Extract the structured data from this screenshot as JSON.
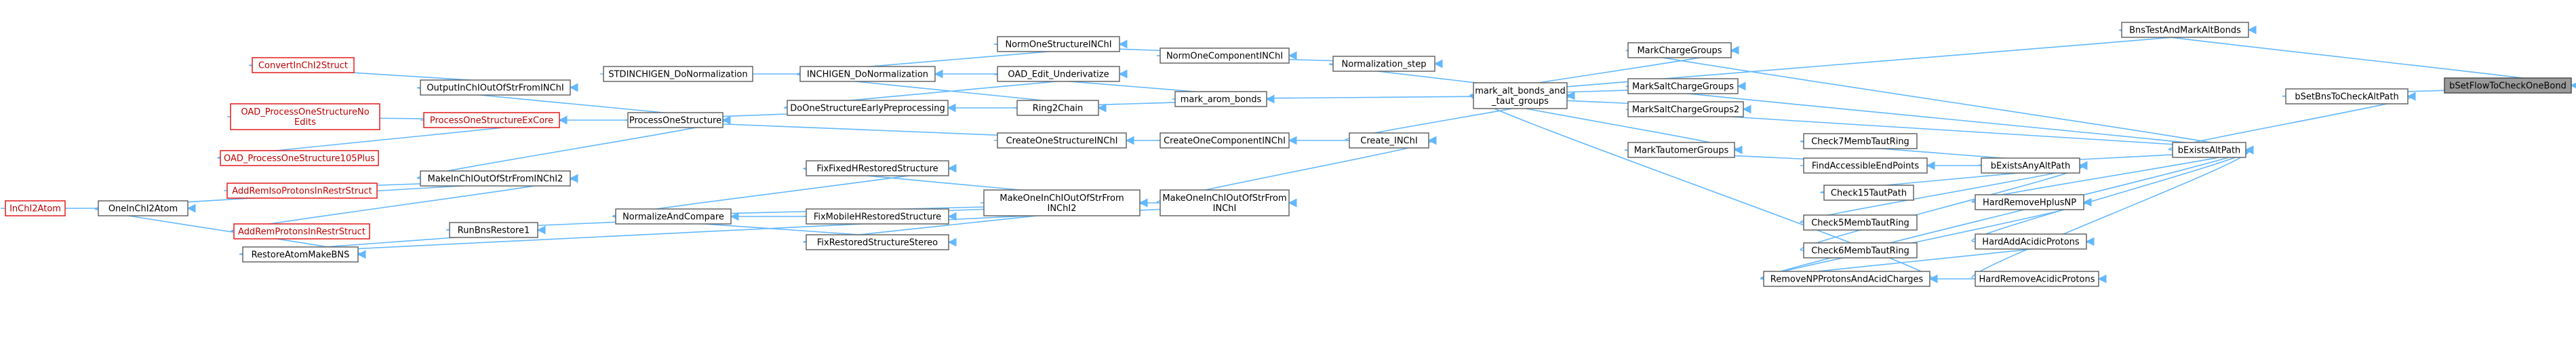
{
  "diagram": {
    "colors": {
      "edge": "#63b8ff",
      "node_border": "#666666",
      "node_border_truncated": "#e31a1c",
      "node_text_truncated": "#c00000",
      "focus_fill": "#9a9a9a"
    },
    "nodes": [
      {
        "id": "bSetFlowToCheckOneBond",
        "lines": [
          "bSetFlowToCheckOneBond"
        ],
        "style": "focus"
      },
      {
        "id": "BnsTestAndMarkAltBonds",
        "lines": [
          "BnsTestAndMarkAltBonds"
        ],
        "style": "normal"
      },
      {
        "id": "bSetBnsToCheckAltPath",
        "lines": [
          "bSetBnsToCheckAltPath"
        ],
        "style": "normal"
      },
      {
        "id": "bExistsAltPath",
        "lines": [
          "bExistsAltPath"
        ],
        "style": "normal"
      },
      {
        "id": "mark_alt_bonds_and_taut_groups",
        "lines": [
          "mark_alt_bonds_and",
          "_taut_groups"
        ],
        "style": "normal"
      },
      {
        "id": "MarkChargeGroups",
        "lines": [
          "MarkChargeGroups"
        ],
        "style": "normal"
      },
      {
        "id": "MarkSaltChargeGroups",
        "lines": [
          "MarkSaltChargeGroups"
        ],
        "style": "normal"
      },
      {
        "id": "MarkSaltChargeGroups2",
        "lines": [
          "MarkSaltChargeGroups2"
        ],
        "style": "normal"
      },
      {
        "id": "MarkTautomerGroups",
        "lines": [
          "MarkTautomerGroups"
        ],
        "style": "normal"
      },
      {
        "id": "Check7MembTautRing",
        "lines": [
          "Check7MembTautRing"
        ],
        "style": "normal"
      },
      {
        "id": "FindAccessibleEndPoints",
        "lines": [
          "FindAccessibleEndPoints"
        ],
        "style": "normal"
      },
      {
        "id": "Check15TautPath",
        "lines": [
          "Check15TautPath"
        ],
        "style": "normal"
      },
      {
        "id": "Check5MembTautRing",
        "lines": [
          "Check5MembTautRing"
        ],
        "style": "normal"
      },
      {
        "id": "Check6MembTautRing",
        "lines": [
          "Check6MembTautRing"
        ],
        "style": "normal"
      },
      {
        "id": "RemoveNPProtonsAndAcidCharges",
        "lines": [
          "RemoveNPProtonsAndAcidCharges"
        ],
        "style": "normal"
      },
      {
        "id": "bExistsAnyAltPath",
        "lines": [
          "bExistsAnyAltPath"
        ],
        "style": "normal"
      },
      {
        "id": "HardRemoveHplusNP",
        "lines": [
          "HardRemoveHplusNP"
        ],
        "style": "normal"
      },
      {
        "id": "HardAddAcidicProtons",
        "lines": [
          "HardAddAcidicProtons"
        ],
        "style": "normal"
      },
      {
        "id": "HardRemoveAcidicProtons",
        "lines": [
          "HardRemoveAcidicProtons"
        ],
        "style": "normal"
      },
      {
        "id": "Normalization_step",
        "lines": [
          "Normalization_step"
        ],
        "style": "normal"
      },
      {
        "id": "mark_arom_bonds",
        "lines": [
          "mark_arom_bonds"
        ],
        "style": "normal"
      },
      {
        "id": "Create_INChI",
        "lines": [
          "Create_INChI"
        ],
        "style": "normal"
      },
      {
        "id": "NormOneComponentINChI",
        "lines": [
          "NormOneComponentINChI"
        ],
        "style": "normal"
      },
      {
        "id": "CreateOneComponentINChI",
        "lines": [
          "CreateOneComponentINChI"
        ],
        "style": "normal"
      },
      {
        "id": "MakeOneInChIOutOfStrFromINChI",
        "lines": [
          "MakeOneInChIOutOfStrFrom",
          "INChI"
        ],
        "style": "normal"
      },
      {
        "id": "NormOneStructureINChI",
        "lines": [
          "NormOneStructureINChI"
        ],
        "style": "normal"
      },
      {
        "id": "OAD_Edit_Underivatize",
        "lines": [
          "OAD_Edit_Underivatize"
        ],
        "style": "normal"
      },
      {
        "id": "Ring2Chain",
        "lines": [
          "Ring2Chain"
        ],
        "style": "normal"
      },
      {
        "id": "CreateOneStructureINChI",
        "lines": [
          "CreateOneStructureINChI"
        ],
        "style": "normal"
      },
      {
        "id": "MakeOneInChIOutOfStrFromINChI2",
        "lines": [
          "MakeOneInChIOutOfStrFrom",
          "INChI2"
        ],
        "style": "normal"
      },
      {
        "id": "FixFixedHRestoredStructure",
        "lines": [
          "FixFixedHRestoredStructure"
        ],
        "style": "normal"
      },
      {
        "id": "FixMobileHRestoredStructure",
        "lines": [
          "FixMobileHRestoredStructure"
        ],
        "style": "normal"
      },
      {
        "id": "FixRestoredStructureStereo",
        "lines": [
          "FixRestoredStructureStereo"
        ],
        "style": "normal"
      },
      {
        "id": "INCHIGEN_DoNormalization",
        "lines": [
          "INCHIGEN_DoNormalization"
        ],
        "style": "normal"
      },
      {
        "id": "DoOneStructureEarlyPreprocessing",
        "lines": [
          "DoOneStructureEarlyPreprocessing"
        ],
        "style": "normal"
      },
      {
        "id": "NormalizeAndCompare",
        "lines": [
          "NormalizeAndCompare"
        ],
        "style": "normal"
      },
      {
        "id": "STDINCHIGEN_DoNormalization",
        "lines": [
          "STDINCHIGEN_DoNormalization"
        ],
        "style": "normal"
      },
      {
        "id": "ProcessOneStructure",
        "lines": [
          "ProcessOneStructure"
        ],
        "style": "normal"
      },
      {
        "id": "RunBnsRestore1",
        "lines": [
          "RunBnsRestore1"
        ],
        "style": "normal"
      },
      {
        "id": "OutputInChIOutOfStrFromINChI",
        "lines": [
          "OutputInChIOutOfStrFromINChI"
        ],
        "style": "normal"
      },
      {
        "id": "ProcessOneStructureExCore",
        "lines": [
          "ProcessOneStructureExCore"
        ],
        "style": "truncated"
      },
      {
        "id": "MakeInChIOutOfStrFromINChI2",
        "lines": [
          "MakeInChIOutOfStrFromINChI2"
        ],
        "style": "normal"
      },
      {
        "id": "RestoreAtomMakeBNS",
        "lines": [
          "RestoreAtomMakeBNS"
        ],
        "style": "normal"
      },
      {
        "id": "ConvertInChI2Struct",
        "lines": [
          "ConvertInChI2Struct"
        ],
        "style": "truncated"
      },
      {
        "id": "OAD_ProcessOneStructureNoEdits",
        "lines": [
          "OAD_ProcessOneStructureNo",
          "Edits"
        ],
        "style": "truncated"
      },
      {
        "id": "OAD_ProcessOneStructure105Plus",
        "lines": [
          "OAD_ProcessOneStructure105Plus"
        ],
        "style": "truncated"
      },
      {
        "id": "AddRemIsoProtonsInRestrStruct",
        "lines": [
          "AddRemIsoProtonsInRestrStruct"
        ],
        "style": "truncated"
      },
      {
        "id": "AddRemProtonsInRestrStruct",
        "lines": [
          "AddRemProtonsInRestrStruct"
        ],
        "style": "truncated"
      },
      {
        "id": "OneInChI2Atom",
        "lines": [
          "OneInChI2Atom"
        ],
        "style": "normal"
      },
      {
        "id": "InChI2Atom",
        "lines": [
          "InChI2Atom"
        ],
        "style": "truncated"
      }
    ],
    "edges": [
      [
        "BnsTestAndMarkAltBonds",
        "bSetFlowToCheckOneBond"
      ],
      [
        "bSetBnsToCheckAltPath",
        "bSetFlowToCheckOneBond"
      ],
      [
        "mark_alt_bonds_and_taut_groups",
        "BnsTestAndMarkAltBonds"
      ],
      [
        "bExistsAltPath",
        "bSetBnsToCheckAltPath"
      ],
      [
        "MarkChargeGroups",
        "bExistsAltPath"
      ],
      [
        "MarkSaltChargeGroups",
        "bExistsAltPath"
      ],
      [
        "MarkSaltChargeGroups2",
        "bExistsAltPath"
      ],
      [
        "bExistsAnyAltPath",
        "bExistsAltPath"
      ],
      [
        "HardRemoveHplusNP",
        "bExistsAltPath"
      ],
      [
        "HardAddAcidicProtons",
        "bExistsAltPath"
      ],
      [
        "HardRemoveAcidicProtons",
        "bExistsAltPath"
      ],
      [
        "RemoveNPProtonsAndAcidCharges",
        "bExistsAltPath"
      ],
      [
        "Check7MembTautRing",
        "bExistsAnyAltPath"
      ],
      [
        "FindAccessibleEndPoints",
        "bExistsAnyAltPath"
      ],
      [
        "Check15TautPath",
        "bExistsAnyAltPath"
      ],
      [
        "Check5MembTautRing",
        "bExistsAnyAltPath"
      ],
      [
        "Check6MembTautRing",
        "bExistsAnyAltPath"
      ],
      [
        "RemoveNPProtonsAndAcidCharges",
        "HardRemoveHplusNP"
      ],
      [
        "RemoveNPProtonsAndAcidCharges",
        "HardAddAcidicProtons"
      ],
      [
        "RemoveNPProtonsAndAcidCharges",
        "HardRemoveAcidicProtons"
      ],
      [
        "mark_alt_bonds_and_taut_groups",
        "MarkChargeGroups"
      ],
      [
        "mark_alt_bonds_and_taut_groups",
        "MarkSaltChargeGroups"
      ],
      [
        "mark_alt_bonds_and_taut_groups",
        "MarkSaltChargeGroups2"
      ],
      [
        "MarkTautomerGroups",
        "FindAccessibleEndPoints"
      ],
      [
        "mark_alt_bonds_and_taut_groups",
        "MarkTautomerGroups"
      ],
      [
        "mark_alt_bonds_and_taut_groups",
        "RemoveNPProtonsAndAcidCharges"
      ],
      [
        "Normalization_step",
        "mark_alt_bonds_and_taut_groups"
      ],
      [
        "mark_arom_bonds",
        "mark_alt_bonds_and_taut_groups"
      ],
      [
        "Create_INChI",
        "mark_alt_bonds_and_taut_groups"
      ],
      [
        "NormOneComponentINChI",
        "Normalization_step"
      ],
      [
        "OAD_Edit_Underivatize",
        "mark_arom_bonds"
      ],
      [
        "Ring2Chain",
        "mark_arom_bonds"
      ],
      [
        "CreateOneComponentINChI",
        "Create_INChI"
      ],
      [
        "MakeOneInChIOutOfStrFromINChI",
        "Create_INChI"
      ],
      [
        "NormOneStructureINChI",
        "NormOneComponentINChI"
      ],
      [
        "CreateOneStructureINChI",
        "CreateOneComponentINChI"
      ],
      [
        "INCHIGEN_DoNormalization",
        "NormOneStructureINChI"
      ],
      [
        "INCHIGEN_DoNormalization",
        "OAD_Edit_Underivatize"
      ],
      [
        "DoOneStructureEarlyPreprocessing",
        "OAD_Edit_Underivatize"
      ],
      [
        "INCHIGEN_DoNormalization",
        "Ring2Chain"
      ],
      [
        "DoOneStructureEarlyPreprocessing",
        "Ring2Chain"
      ],
      [
        "ProcessOneStructure",
        "CreateOneStructureINChI"
      ],
      [
        "MakeOneInChIOutOfStrFromINChI2",
        "MakeOneInChIOutOfStrFromINChI"
      ],
      [
        "RestoreAtomMakeBNS",
        "MakeOneInChIOutOfStrFromINChI"
      ],
      [
        "FixFixedHRestoredStructure",
        "MakeOneInChIOutOfStrFromINChI2"
      ],
      [
        "FixMobileHRestoredStructure",
        "MakeOneInChIOutOfStrFromINChI2"
      ],
      [
        "FixRestoredStructureStereo",
        "MakeOneInChIOutOfStrFromINChI2"
      ],
      [
        "NormalizeAndCompare",
        "MakeOneInChIOutOfStrFromINChI2"
      ],
      [
        "NormalizeAndCompare",
        "FixFixedHRestoredStructure"
      ],
      [
        "NormalizeAndCompare",
        "FixMobileHRestoredStructure"
      ],
      [
        "NormalizeAndCompare",
        "FixRestoredStructureStereo"
      ],
      [
        "STDINCHIGEN_DoNormalization",
        "INCHIGEN_DoNormalization"
      ],
      [
        "ProcessOneStructure",
        "DoOneStructureEarlyPreprocessing"
      ],
      [
        "RunBnsRestore1",
        "NormalizeAndCompare"
      ],
      [
        "OutputInChIOutOfStrFromINChI",
        "ProcessOneStructure"
      ],
      [
        "ProcessOneStructureExCore",
        "ProcessOneStructure"
      ],
      [
        "MakeInChIOutOfStrFromINChI2",
        "ProcessOneStructure"
      ],
      [
        "RestoreAtomMakeBNS",
        "RunBnsRestore1"
      ],
      [
        "ConvertInChI2Struct",
        "OutputInChIOutOfStrFromINChI"
      ],
      [
        "OAD_ProcessOneStructureNoEdits",
        "ProcessOneStructureExCore"
      ],
      [
        "OAD_ProcessOneStructure105Plus",
        "ProcessOneStructureExCore"
      ],
      [
        "AddRemIsoProtonsInRestrStruct",
        "MakeInChIOutOfStrFromINChI2"
      ],
      [
        "AddRemProtonsInRestrStruct",
        "MakeInChIOutOfStrFromINChI2"
      ],
      [
        "OneInChI2Atom",
        "MakeInChIOutOfStrFromINChI2"
      ],
      [
        "OneInChI2Atom",
        "RestoreAtomMakeBNS"
      ],
      [
        "InChI2Atom",
        "OneInChI2Atom"
      ]
    ]
  }
}
